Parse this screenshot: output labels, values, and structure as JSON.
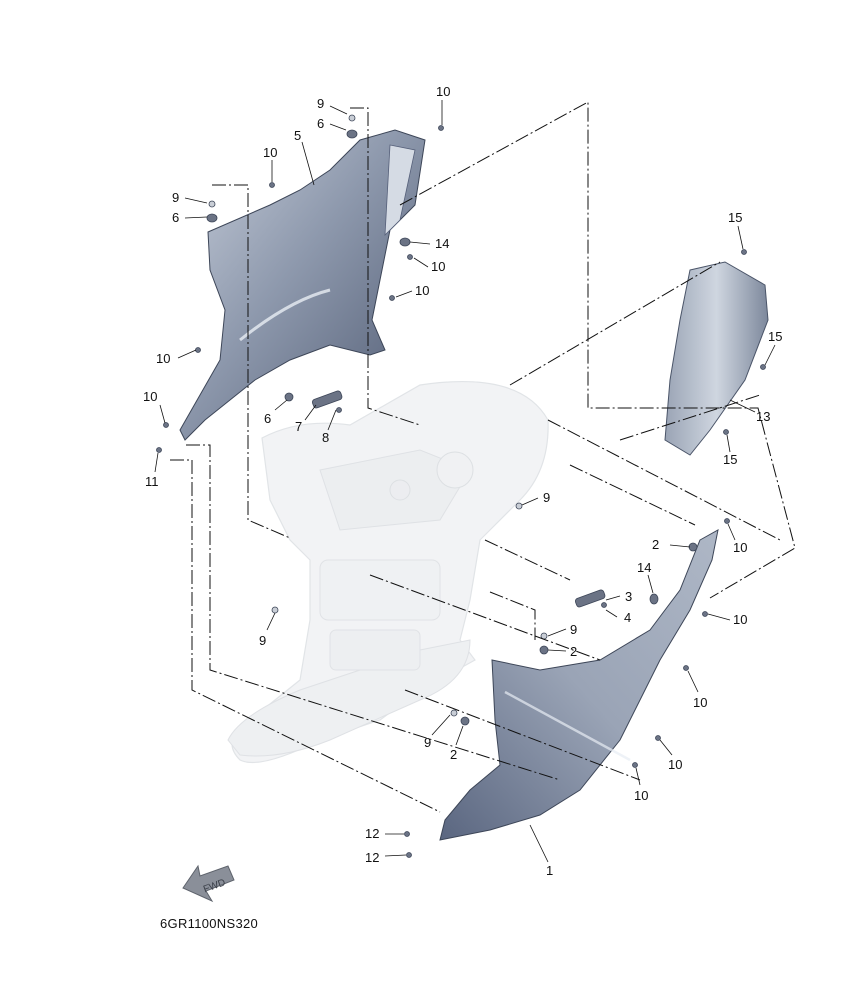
{
  "diagram": {
    "code": "6GR1100NS320",
    "fwd_label": "FWD",
    "callouts": [
      {
        "id": "c10-top",
        "text": "10"
      },
      {
        "id": "c9-top",
        "text": "9"
      },
      {
        "id": "c6-top",
        "text": "6"
      },
      {
        "id": "c5",
        "text": "5"
      },
      {
        "id": "c10-upper-left",
        "text": "10"
      },
      {
        "id": "c9-left",
        "text": "9"
      },
      {
        "id": "c6-left",
        "text": "6"
      },
      {
        "id": "c14-upper",
        "text": "14"
      },
      {
        "id": "c10-mid-a",
        "text": "10"
      },
      {
        "id": "c10-mid-b",
        "text": "10"
      },
      {
        "id": "c15-top",
        "text": "15"
      },
      {
        "id": "c15-right",
        "text": "15"
      },
      {
        "id": "c13",
        "text": "13"
      },
      {
        "id": "c15-lower",
        "text": "15"
      },
      {
        "id": "c10-left",
        "text": "10"
      },
      {
        "id": "c10-far-left",
        "text": "10"
      },
      {
        "id": "c6-lower",
        "text": "6"
      },
      {
        "id": "c7",
        "text": "7"
      },
      {
        "id": "c8",
        "text": "8"
      },
      {
        "id": "c11",
        "text": "11"
      },
      {
        "id": "c9-center",
        "text": "9"
      },
      {
        "id": "c2-right",
        "text": "2"
      },
      {
        "id": "c10-right-a",
        "text": "10"
      },
      {
        "id": "c14-lower",
        "text": "14"
      },
      {
        "id": "c3",
        "text": "3"
      },
      {
        "id": "c4",
        "text": "4"
      },
      {
        "id": "c10-right-b",
        "text": "10"
      },
      {
        "id": "c9-low-left",
        "text": "9"
      },
      {
        "id": "c9-low-center",
        "text": "9"
      },
      {
        "id": "c2-center",
        "text": "2"
      },
      {
        "id": "c10-right-c",
        "text": "10"
      },
      {
        "id": "c9-bottom",
        "text": "9"
      },
      {
        "id": "c2-bottom",
        "text": "2"
      },
      {
        "id": "c10-right-d",
        "text": "10"
      },
      {
        "id": "c10-bottom",
        "text": "10"
      },
      {
        "id": "c12-a",
        "text": "12"
      },
      {
        "id": "c12-b",
        "text": "12"
      },
      {
        "id": "c1",
        "text": "1"
      }
    ]
  }
}
